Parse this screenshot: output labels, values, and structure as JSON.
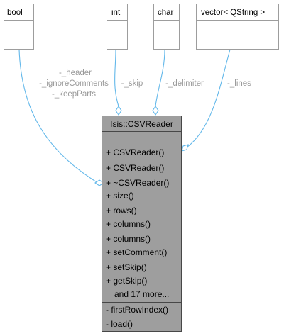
{
  "colors": {
    "edge": "#63b8ea",
    "box_border": "#9d9d9d",
    "main_fill": "#9e9e9e",
    "main_border": "#474747",
    "label": "#9a9a9a"
  },
  "classes": {
    "bool": "bool",
    "int": "int",
    "char": "char",
    "vector": "vector< QString >",
    "main": "Isis::CSVReader"
  },
  "edges": {
    "bool": [
      "-_header",
      "-_ignoreComments",
      "-_keepParts"
    ],
    "int": [
      "-_skip"
    ],
    "char": [
      "-_delimiter"
    ],
    "vector": [
      "-_lines"
    ]
  },
  "members": {
    "public": [
      "+ CSVReader()",
      "+ CSVReader()",
      "+ ~CSVReader()",
      "+ size()",
      "+ rows()",
      "+ columns()",
      "+ columns()",
      "+ setComment()",
      "+ setSkip()",
      "+ getSkip()",
      "and 17 more..."
    ],
    "private": [
      "- firstRowIndex()",
      "- load()"
    ]
  }
}
